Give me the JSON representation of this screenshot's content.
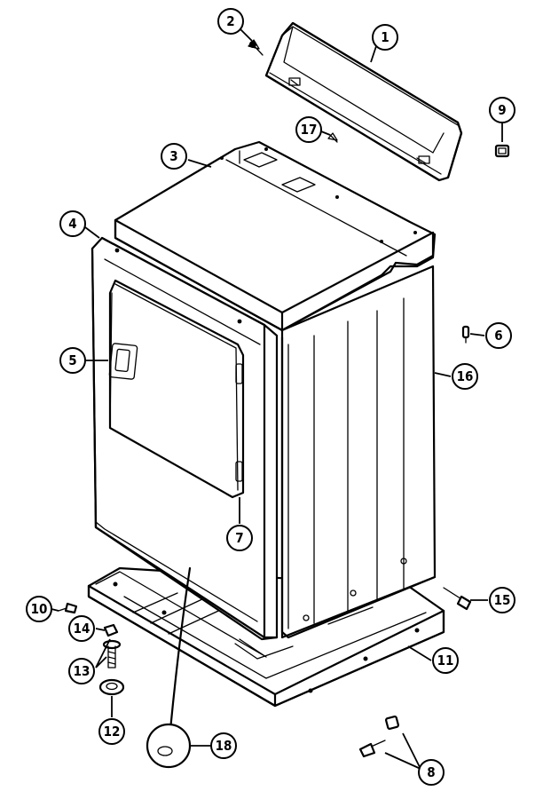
{
  "parts": [
    {
      "id": "callout-1",
      "number": "1",
      "target": "console"
    },
    {
      "id": "callout-2",
      "number": "2",
      "target": "console-screw"
    },
    {
      "id": "callout-3",
      "number": "3",
      "target": "top-panel"
    },
    {
      "id": "callout-4",
      "number": "4",
      "target": "front-panel"
    },
    {
      "id": "callout-5",
      "number": "5",
      "target": "door-handle"
    },
    {
      "id": "callout-6",
      "number": "6",
      "target": "side-screw"
    },
    {
      "id": "callout-7",
      "number": "7",
      "target": "door-hinge"
    },
    {
      "id": "callout-8",
      "number": "8",
      "target": "base-screw-and-clip"
    },
    {
      "id": "callout-9",
      "number": "9",
      "target": "console-clip"
    },
    {
      "id": "callout-10",
      "number": "10",
      "target": "front-screw"
    },
    {
      "id": "callout-11",
      "number": "11",
      "target": "base-frame"
    },
    {
      "id": "callout-12",
      "number": "12",
      "target": "leveling-foot-pad"
    },
    {
      "id": "callout-13",
      "number": "13",
      "target": "leveling-leg"
    },
    {
      "id": "callout-14",
      "number": "14",
      "target": "leg-nut"
    },
    {
      "id": "callout-15",
      "number": "15",
      "target": "rear-screw"
    },
    {
      "id": "callout-16",
      "number": "16",
      "target": "side-panel"
    },
    {
      "id": "callout-17",
      "number": "17",
      "target": "top-screw"
    },
    {
      "id": "callout-18",
      "number": "18",
      "target": "toe-kick-cap"
    }
  ]
}
